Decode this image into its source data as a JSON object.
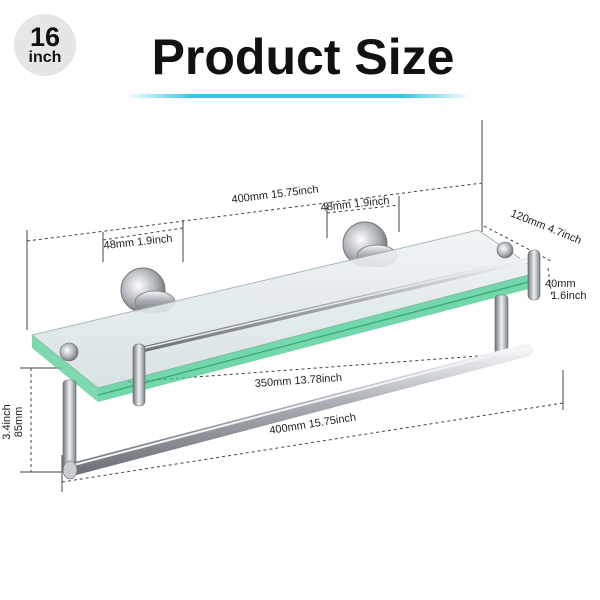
{
  "badge": {
    "number": "16",
    "unit": "inch"
  },
  "title": "Product Size",
  "dimensions": {
    "top_length": "400mm 15.75inch",
    "bracket_left": "48mm 1.9inch",
    "bracket_right": "48mm 1.9inch",
    "depth": "120mm 4.7inch",
    "glass_height_mm": "40mm",
    "glass_height_in": "1.6inch",
    "rail_length": "350mm 13.78inch",
    "bottom_length": "400mm 15.75inch",
    "side_height_mm": "85mm",
    "side_height_in": "3.4inch"
  },
  "colors": {
    "accent": "#2fc6e0",
    "glass_edge": "#44c98f",
    "chrome": "#b8bcc2"
  }
}
